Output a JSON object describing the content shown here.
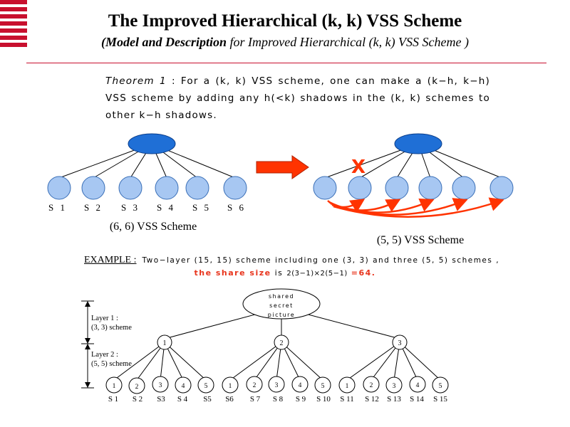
{
  "header": {
    "title": "The Improved Hierarchical (k, k) VSS Scheme",
    "subtitle_bold": "(Model and Description",
    "subtitle_rest": " for Improved Hierarchical (k, k) VSS Scheme )"
  },
  "theorem": {
    "label": "Theorem 1",
    "text": ": For a (k, k) VSS scheme, one can make a (k−h, k−h) VSS scheme by adding any h(<k) shadows in the (k, k) schemes to other k−h shadows."
  },
  "left_diagram": {
    "shares": [
      "S 1",
      "S 2",
      "S 3",
      "S 4",
      "S 5",
      "S 6"
    ],
    "caption": "(6, 6) VSS Scheme"
  },
  "right_diagram": {
    "caption": "(5, 5) VSS Scheme",
    "cross_mark": "X"
  },
  "example": {
    "label": "EXAMPLE :",
    "text": "Two−layer (15, 15) scheme including one (3, 3) and three (5, 5) schemes ,",
    "share_prefix": "the share size",
    "share_is": " is ",
    "share_formula": "2(3−1)×2(5−1)",
    "share_result": "=64."
  },
  "tree": {
    "root_lines": [
      "shared",
      "secret",
      "picture"
    ],
    "layer1_label": [
      "Layer 1 :",
      "(3, 3) scheme"
    ],
    "layer2_label": [
      "Layer 2 :",
      "(5, 5) scheme"
    ],
    "mid_nodes": [
      "1",
      "2",
      "3"
    ],
    "leaf_numbers": [
      "1",
      "2",
      "3",
      "4",
      "5",
      "1",
      "2",
      "3",
      "4",
      "5",
      "1",
      "2",
      "3",
      "4",
      "5"
    ],
    "leaf_labels": [
      "S 1",
      "S 2",
      "S3",
      "S 4",
      "S5",
      "S6",
      "S 7",
      "S 8",
      "S 9",
      "S 10",
      "S 11",
      "S 12",
      "S 13",
      "S 14",
      "S 15"
    ]
  },
  "colors": {
    "accent_red": "#c8102e",
    "arrow_red": "#ff3300",
    "node_blue": "#1f6fd6",
    "leaf_blue": "#a7c7f2"
  }
}
